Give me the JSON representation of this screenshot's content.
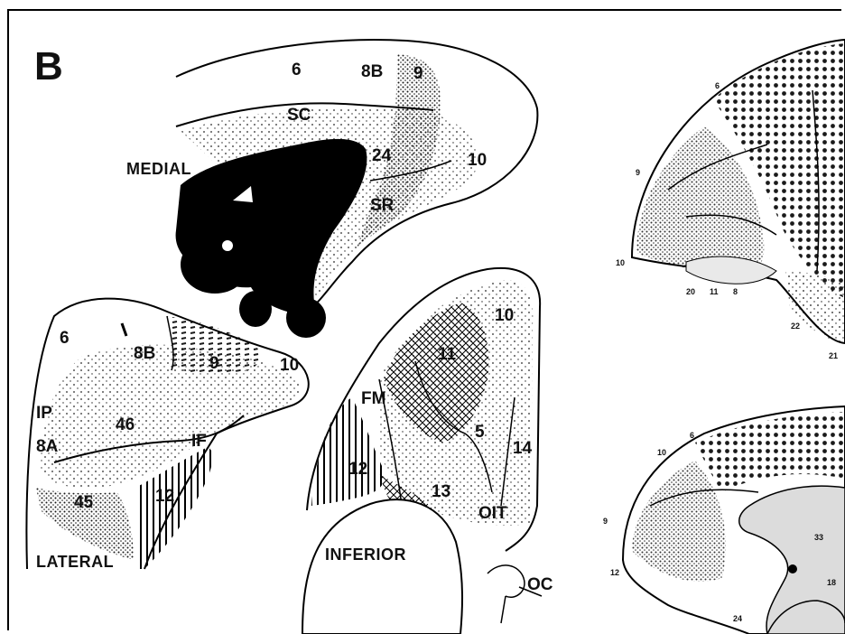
{
  "panel_letter": "B",
  "views": {
    "medial": "MEDIAL",
    "lateral": "LATERAL",
    "inferior": "INFERIOR"
  },
  "medial_areas": [
    "6",
    "8B",
    "9",
    "SC",
    "24",
    "10",
    "SR"
  ],
  "lateral_areas": [
    "6",
    "8B",
    "9",
    "10",
    "46",
    "8A",
    "IP",
    "IF",
    "45",
    "12"
  ],
  "inferior_areas": [
    "10",
    "11",
    "FM",
    "12",
    "13",
    "14",
    "5",
    "OIT",
    "OC"
  ],
  "brodmann_top_labels": [
    "9",
    "10",
    "11",
    "20",
    "21",
    "22",
    "6",
    "8"
  ],
  "brodmann_bottom_labels": [
    "9",
    "10",
    "12",
    "24",
    "33",
    "18",
    "6"
  ]
}
